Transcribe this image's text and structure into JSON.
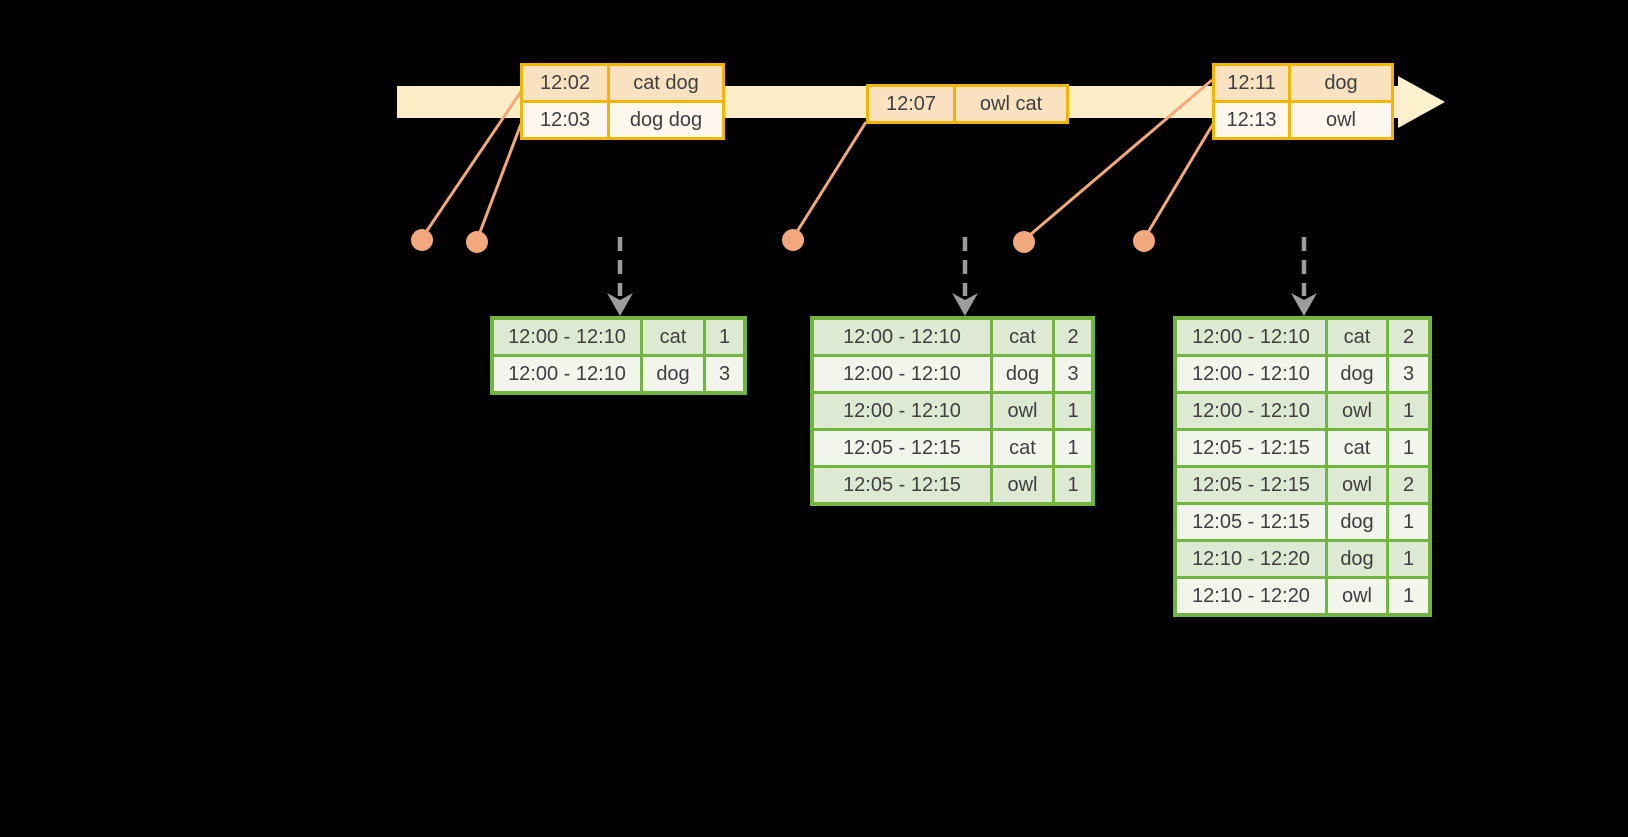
{
  "colors": {
    "background": "#000000",
    "timeline_band": "#fbeec6",
    "event_box_border": "#f2b600",
    "event_row_fill_dark": "#fae2c1",
    "event_row_fill_light": "#fef7ed",
    "connector_orange": "#f1a87c",
    "table_border_green": "#6fb53f",
    "table_row_fill_dark": "#dee9d3",
    "table_row_fill_light": "#f1f5ec",
    "trigger_arrow_gray": "#9c9c9c",
    "text": "#3f3f3f"
  },
  "event_groups": [
    {
      "rows": [
        {
          "time": "12:02",
          "words": "cat dog"
        },
        {
          "time": "12:03",
          "words": "dog dog"
        }
      ]
    },
    {
      "rows": [
        {
          "time": "12:07",
          "words": "owl cat"
        }
      ]
    },
    {
      "rows": [
        {
          "time": "12:11",
          "words": "dog"
        },
        {
          "time": "12:13",
          "words": "owl"
        }
      ]
    }
  ],
  "result_tables": [
    {
      "rows": [
        {
          "window": "12:00 - 12:10",
          "word": "cat",
          "count": "1"
        },
        {
          "window": "12:00 - 12:10",
          "word": "dog",
          "count": "3"
        }
      ]
    },
    {
      "rows": [
        {
          "window": "12:00 - 12:10",
          "word": "cat",
          "count": "2"
        },
        {
          "window": "12:00 - 12:10",
          "word": "dog",
          "count": "3"
        },
        {
          "window": "12:00 - 12:10",
          "word": "owl",
          "count": "1"
        },
        {
          "window": "12:05 - 12:15",
          "word": "cat",
          "count": "1"
        },
        {
          "window": "12:05 - 12:15",
          "word": "owl",
          "count": "1"
        }
      ]
    },
    {
      "rows": [
        {
          "window": "12:00 - 12:10",
          "word": "cat",
          "count": "2"
        },
        {
          "window": "12:00 - 12:10",
          "word": "dog",
          "count": "3"
        },
        {
          "window": "12:00 - 12:10",
          "word": "owl",
          "count": "1"
        },
        {
          "window": "12:05 - 12:15",
          "word": "cat",
          "count": "1"
        },
        {
          "window": "12:05 - 12:15",
          "word": "owl",
          "count": "2"
        },
        {
          "window": "12:05 - 12:15",
          "word": "dog",
          "count": "1"
        },
        {
          "window": "12:10 - 12:20",
          "word": "dog",
          "count": "1"
        },
        {
          "window": "12:10 - 12:20",
          "word": "owl",
          "count": "1"
        }
      ]
    }
  ]
}
